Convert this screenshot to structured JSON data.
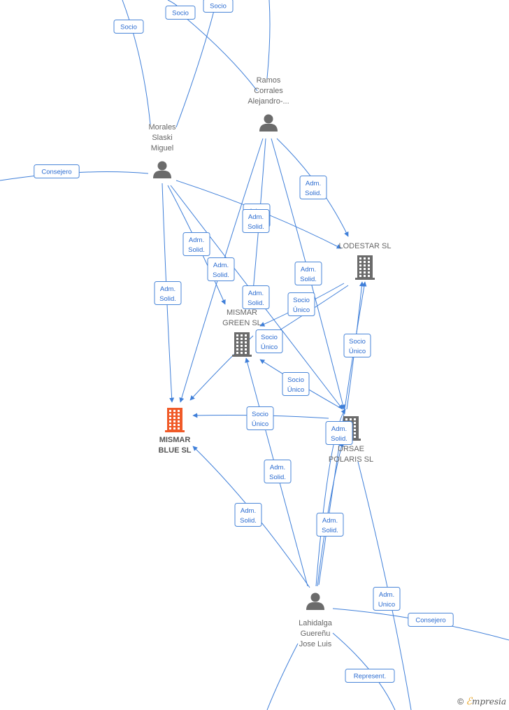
{
  "nodes": {
    "ramos": {
      "type": "person",
      "lines": [
        "Ramos",
        "Corrales",
        "Alejandro-..."
      ]
    },
    "morales": {
      "type": "person",
      "lines": [
        "Morales",
        "Slaski",
        "Miguel"
      ]
    },
    "lahidalga": {
      "type": "person",
      "lines": [
        "Lahidalga",
        "Guereñu",
        "Jose Luis"
      ]
    },
    "lodestar": {
      "type": "company",
      "lines": [
        "LODESTAR  SL"
      ]
    },
    "mismar_green": {
      "type": "company",
      "lines": [
        "MISMAR",
        "GREEN  SL"
      ]
    },
    "mismar_blue": {
      "type": "company_main",
      "lines": [
        "MISMAR",
        "BLUE  SL"
      ]
    },
    "ursae": {
      "type": "company",
      "lines": [
        "URSAE",
        "POLARIS  SL"
      ]
    }
  },
  "edge_labels": {
    "socio": [
      "Socio"
    ],
    "consejero": [
      "Consejero"
    ],
    "adm_solid": [
      "Adm.",
      "Solid."
    ],
    "socio_unico": [
      "Socio",
      "Único"
    ],
    "adm_unico": [
      "Adm.",
      "Unico"
    ],
    "represent": [
      "Represent."
    ]
  },
  "colors": {
    "edge": "#3f7fd9",
    "person_icon": "#6b6b6b",
    "company_icon": "#6b6b6b",
    "main_company_icon": "#f05a28"
  },
  "brand": {
    "symbol": "©",
    "e": "ℰ",
    "rest": "mpresia"
  }
}
